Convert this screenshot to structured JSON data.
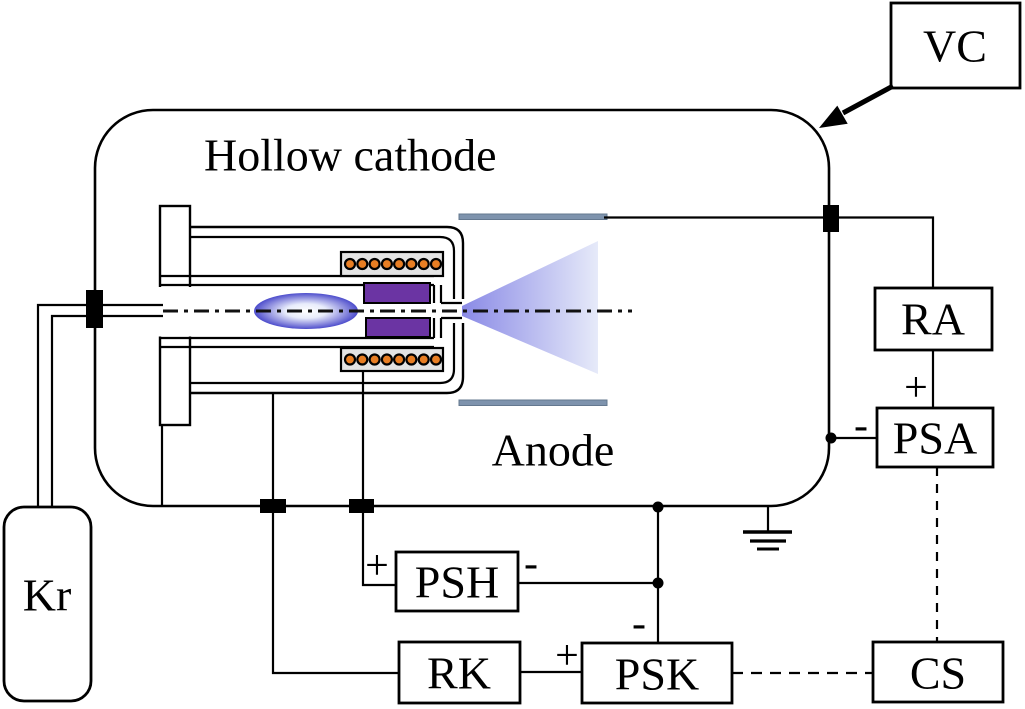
{
  "diagram": {
    "chamber_label": "Hollow cathode",
    "anode_label": "Anode",
    "gas_label": "Kr",
    "boxes": {
      "vc": "VC",
      "ra": "RA",
      "psa": "PSA",
      "psh": "PSH",
      "rk": "RK",
      "psk": "PSK",
      "cs": "CS"
    },
    "signs": {
      "psa_plus": "+",
      "psa_minus": "-",
      "psh_plus": "+",
      "psh_minus": "-",
      "psk_plus": "+",
      "psk_minus": "-"
    },
    "colors": {
      "line": "#000000",
      "heater_coil": "#e87e23",
      "coil_housing": "#e3e3e3",
      "insert": "#6b34a3",
      "anode_plate": "#7e93ad",
      "plume_apex": "#8a8ae6",
      "plume_end": "#e6eaf9",
      "plasma_core": "#ffffff",
      "plasma_edge": "#4d4dcc"
    }
  }
}
